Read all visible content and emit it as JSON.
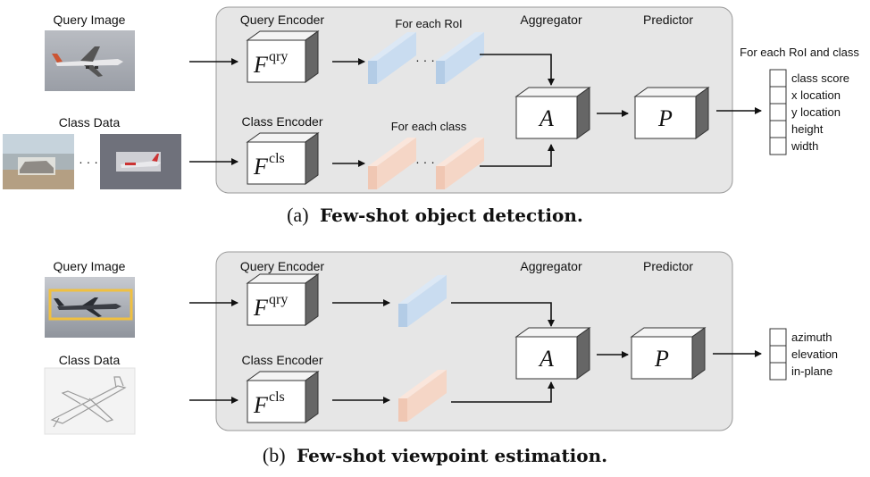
{
  "panel_a": {
    "query_image_label": "Query Image",
    "class_data_label": "Class Data",
    "class_data_ellipsis": "· · ·",
    "query_encoder_label": "Query Encoder",
    "class_encoder_label": "Class Encoder",
    "for_each_roi": "For each RoI",
    "for_each_class": "For each class",
    "aggregator_label": "Aggregator",
    "predictor_label": "Predictor",
    "feat_ellipsis": "· · ·",
    "enc_qry_symbol": "F",
    "enc_qry_sup": "qry",
    "enc_cls_symbol": "F",
    "enc_cls_sup": "cls",
    "agg_symbol": "A",
    "pred_symbol": "P",
    "output_title": "For each RoI and class",
    "outputs": [
      "class score",
      "x location",
      "y location",
      "height",
      "width"
    ],
    "caption_prefix": "(a)",
    "caption_bold": "Few-shot object detection."
  },
  "panel_b": {
    "query_image_label": "Query Image",
    "class_data_label": "Class Data",
    "query_encoder_label": "Query Encoder",
    "class_encoder_label": "Class Encoder",
    "aggregator_label": "Aggregator",
    "predictor_label": "Predictor",
    "enc_qry_symbol": "F",
    "enc_qry_sup": "qry",
    "enc_cls_symbol": "F",
    "enc_cls_sup": "cls",
    "agg_symbol": "A",
    "pred_symbol": "P",
    "outputs": [
      "azimuth",
      "elevation",
      "in-plane"
    ],
    "caption_prefix": "(b)",
    "caption_bold": "Few-shot viewpoint estimation."
  },
  "colors": {
    "panel_bg": "#e6e6e6",
    "query_feature": "#c9dcf0",
    "class_feature": "#f5d6c6",
    "bbox_highlight": "#f0c040"
  }
}
